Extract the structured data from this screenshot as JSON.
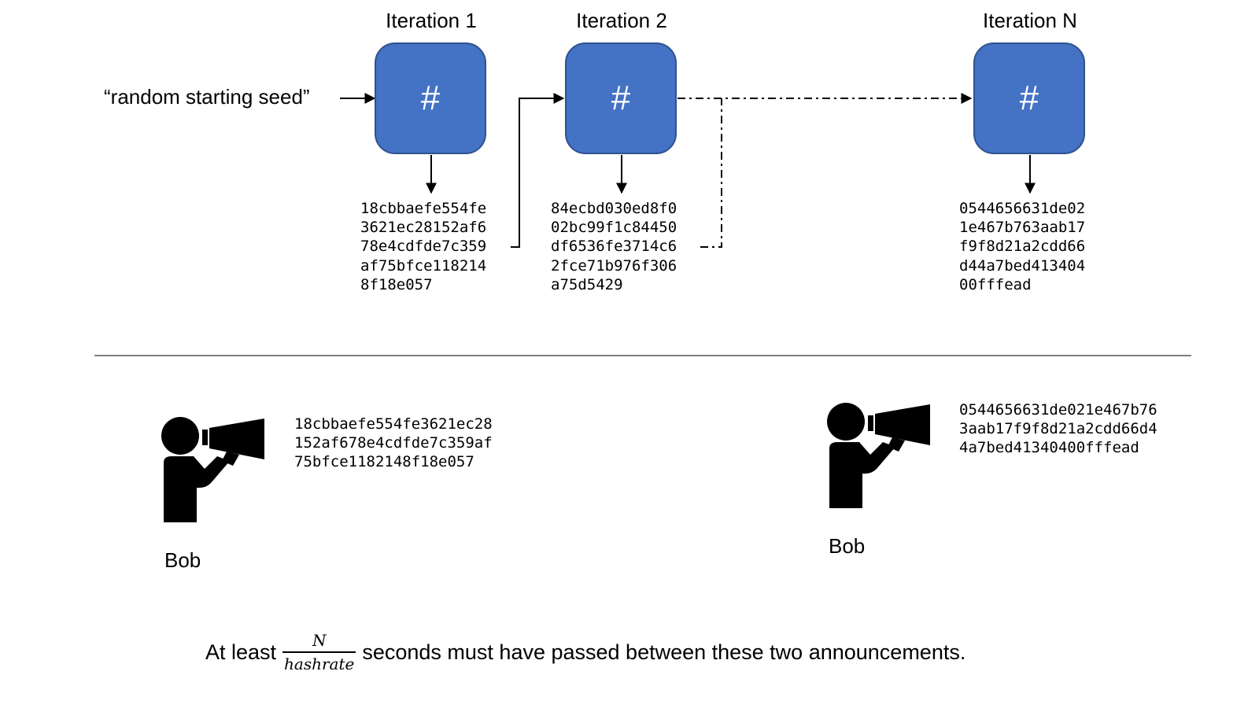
{
  "seed_label": "“random starting seed”",
  "iterations": [
    {
      "title": "Iteration 1",
      "symbol": "#",
      "hash_lines": [
        "18cbbaefe554fe",
        "3621ec28152af6",
        "78e4cdfde7c359",
        "af75bfce118214",
        "8f18e057"
      ]
    },
    {
      "title": "Iteration 2",
      "symbol": "#",
      "hash_lines": [
        "84ecbd030ed8f0",
        "02bc99f1c84450",
        "df6536fe3714c6",
        "2fce71b976f306",
        "a75d5429"
      ]
    },
    {
      "title": "Iteration N",
      "symbol": "#",
      "hash_lines": [
        "0544656631de02",
        "1e467b763aab17",
        "f9f8d21a2cdd66",
        "d44a7bed413404",
        "00fffead"
      ]
    }
  ],
  "announcements": [
    {
      "name": "Bob",
      "hash_lines": [
        "18cbbaefe554fe3621ec28",
        "152af678e4cdfde7c359af",
        "75bfce1182148f18e057"
      ]
    },
    {
      "name": "Bob",
      "hash_lines": [
        "0544656631de021e467b76",
        "3aab17f9f8d21a2cdd66d4",
        "4a7bed41340400fffead"
      ]
    }
  ],
  "footer": {
    "prefix": "At least",
    "numerator": "N",
    "denominator": "hashrate",
    "suffix": "seconds must have passed between these two announcements."
  }
}
